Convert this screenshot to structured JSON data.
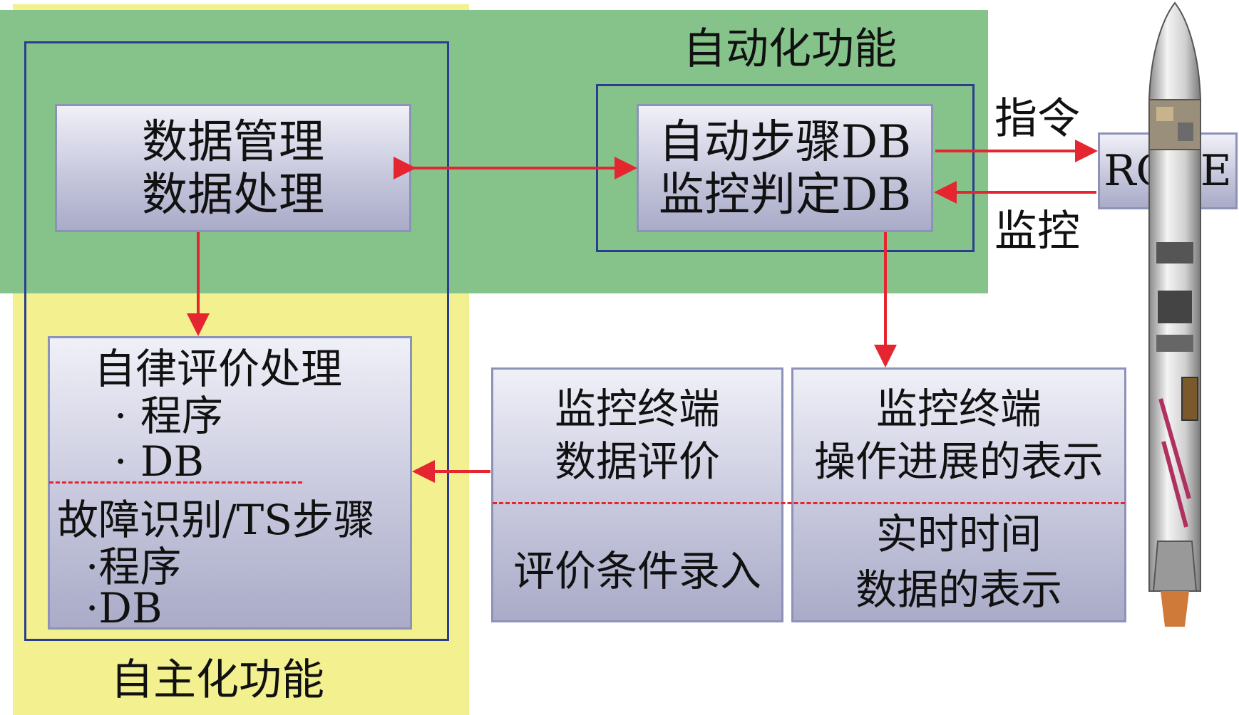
{
  "regions": {
    "automation_label": "自动化功能",
    "autonomy_label": "自主化功能"
  },
  "boxes": {
    "data_management": {
      "line1": "数据管理",
      "line2": "数据处理"
    },
    "automation_db": {
      "line1": "自动步骤DB",
      "line2": "监控判定DB"
    },
    "rose": "ROSE",
    "autonomous_eval": {
      "title": "自律评价处理",
      "item1": "· 程序",
      "item2": "· DB",
      "title2": "故障识别/TS步骤",
      "item3": "·程序",
      "item4": "·DB"
    },
    "eval_terminal": {
      "line1": "监控终端",
      "line2": "数据评价",
      "line3": "评价条件录入"
    },
    "progress_terminal": {
      "line1": "监控终端",
      "line2": "操作进展的表示",
      "line3": "实时时间",
      "line4": "数据的表示"
    }
  },
  "connections": {
    "command_label": "指令",
    "monitor_label": "监控"
  },
  "colors": {
    "automation_region": "#86c38b",
    "autonomy_region": "#f3f08f",
    "outline": "#2b3d8f",
    "arrow": "#e5252f"
  }
}
